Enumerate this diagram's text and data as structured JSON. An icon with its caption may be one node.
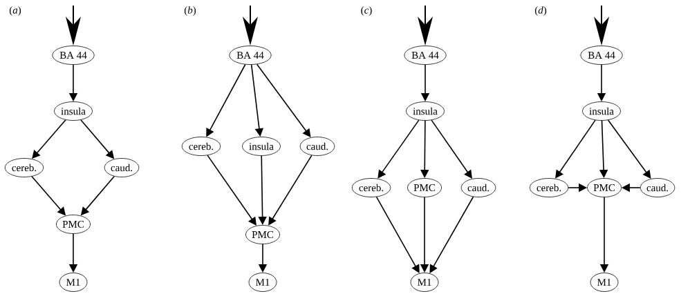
{
  "diagram": {
    "nodes": [
      {
        "text": [
          "BA 44"
        ]
      },
      {
        "text": [
          "insula"
        ]
      },
      {
        "text": [
          "cereb."
        ]
      },
      {
        "text": [
          "caud."
        ]
      },
      {
        "text": [
          "PMC"
        ]
      },
      {
        "text": [
          "M1"
        ]
      },
      {
        "text": [
          "BA 44"
        ]
      },
      {
        "text": [
          "cereb."
        ]
      },
      {
        "text": [
          "insula"
        ]
      },
      {
        "text": [
          "caud."
        ]
      },
      {
        "text": [
          "PMC"
        ]
      },
      {
        "text": [
          "M1"
        ]
      },
      {
        "text": [
          "BA 44"
        ]
      },
      {
        "text": [
          "insula"
        ]
      },
      {
        "text": [
          "cereb."
        ]
      },
      {
        "text": [
          "PMC"
        ]
      },
      {
        "text": [
          "caud."
        ]
      },
      {
        "text": [
          "M1"
        ]
      },
      {
        "text": [
          "BA 44"
        ]
      },
      {
        "text": [
          "insula"
        ]
      },
      {
        "text": [
          "cereb."
        ]
      },
      {
        "text": [
          "PMC"
        ]
      },
      {
        "text": [
          "caud."
        ]
      },
      {
        "text": [
          "M1"
        ]
      }
    ],
    "edges": [
      {
        "from": null,
        "to": 0,
        "arrow": "to"
      },
      {
        "from": 0,
        "to": 1,
        "arrow": "to"
      },
      {
        "from": 1,
        "to": 2,
        "arrow": "to"
      },
      {
        "from": 1,
        "to": 3,
        "arrow": "to"
      },
      {
        "from": 2,
        "to": 4,
        "arrow": "to"
      },
      {
        "from": 3,
        "to": 4,
        "arrow": "to"
      },
      {
        "from": 4,
        "to": 5,
        "arrow": "to"
      },
      {
        "from": null,
        "to": 6,
        "arrow": "to"
      },
      {
        "from": 6,
        "to": 7,
        "arrow": "to"
      },
      {
        "from": 6,
        "to": 8,
        "arrow": "to"
      },
      {
        "from": 6,
        "to": 9,
        "arrow": "to"
      },
      {
        "from": 7,
        "to": 10,
        "arrow": "to"
      },
      {
        "from": 8,
        "to": 10,
        "arrow": "to"
      },
      {
        "from": 9,
        "to": 10,
        "arrow": "to"
      },
      {
        "from": 10,
        "to": 11,
        "arrow": "to"
      },
      {
        "from": null,
        "to": 12,
        "arrow": "to"
      },
      {
        "from": 12,
        "to": 13,
        "arrow": "to"
      },
      {
        "from": 13,
        "to": 14,
        "arrow": "to"
      },
      {
        "from": 13,
        "to": 15,
        "arrow": "to"
      },
      {
        "from": 13,
        "to": 16,
        "arrow": "to"
      },
      {
        "from": 14,
        "to": 17,
        "arrow": "to"
      },
      {
        "from": 15,
        "to": 17,
        "arrow": "to"
      },
      {
        "from": 16,
        "to": 17,
        "arrow": "to"
      },
      {
        "from": null,
        "to": 18,
        "arrow": "to"
      },
      {
        "from": 18,
        "to": 19,
        "arrow": "to"
      },
      {
        "from": 19,
        "to": 20,
        "arrow": "to"
      },
      {
        "from": 19,
        "to": 21,
        "arrow": "to"
      },
      {
        "from": 19,
        "to": 22,
        "arrow": "to"
      },
      {
        "from": 20,
        "to": 21,
        "arrow": "to"
      },
      {
        "from": 22,
        "to": 21,
        "arrow": "to"
      },
      {
        "from": 21,
        "to": 23,
        "arrow": "to"
      }
    ],
    "labels": [
      "(*a*)",
      "(*b*)",
      "(*c*)",
      "(*d*)"
    ]
  }
}
